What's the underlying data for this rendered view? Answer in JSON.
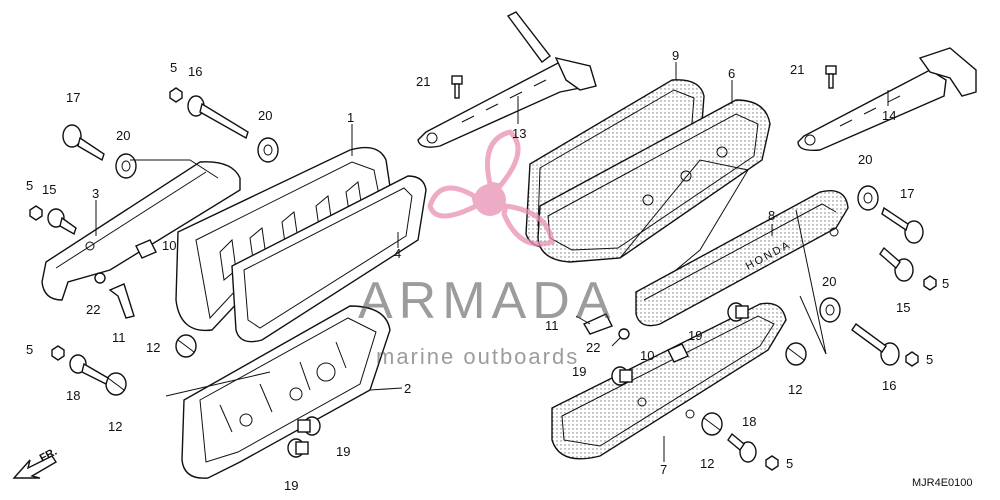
{
  "callouts": {
    "c1": "1",
    "c2": "2",
    "c3": "3",
    "c4": "4",
    "c5a": "5",
    "c5b": "5",
    "c5c": "5",
    "c5d": "5",
    "c5e": "5",
    "c5f": "5",
    "c6": "6",
    "c7": "7",
    "c8": "8",
    "c9": "9",
    "c10a": "10",
    "c10b": "10",
    "c11a": "11",
    "c11b": "11",
    "c12a": "12",
    "c12b": "12",
    "c12c": "12",
    "c12d": "12",
    "c13": "13",
    "c14": "14",
    "c15a": "15",
    "c15b": "15",
    "c16a": "16",
    "c16b": "16",
    "c17a": "17",
    "c17b": "17",
    "c18a": "18",
    "c18b": "18",
    "c19a": "19",
    "c19b": "19",
    "c19c": "19",
    "c19d": "19",
    "c20a": "20",
    "c20b": "20",
    "c20c": "20",
    "c20d": "20",
    "c21a": "21",
    "c21b": "21",
    "c22a": "22",
    "c22b": "22"
  },
  "watermark": {
    "brand": "ARMADA",
    "tagline": "marine outboards"
  },
  "direction_label": "FR.",
  "diagram_ref": "MJR4E0100",
  "colors": {
    "logo_pink": "#e98fb4",
    "line": "#111111",
    "watermark": "#4a4a4a"
  }
}
